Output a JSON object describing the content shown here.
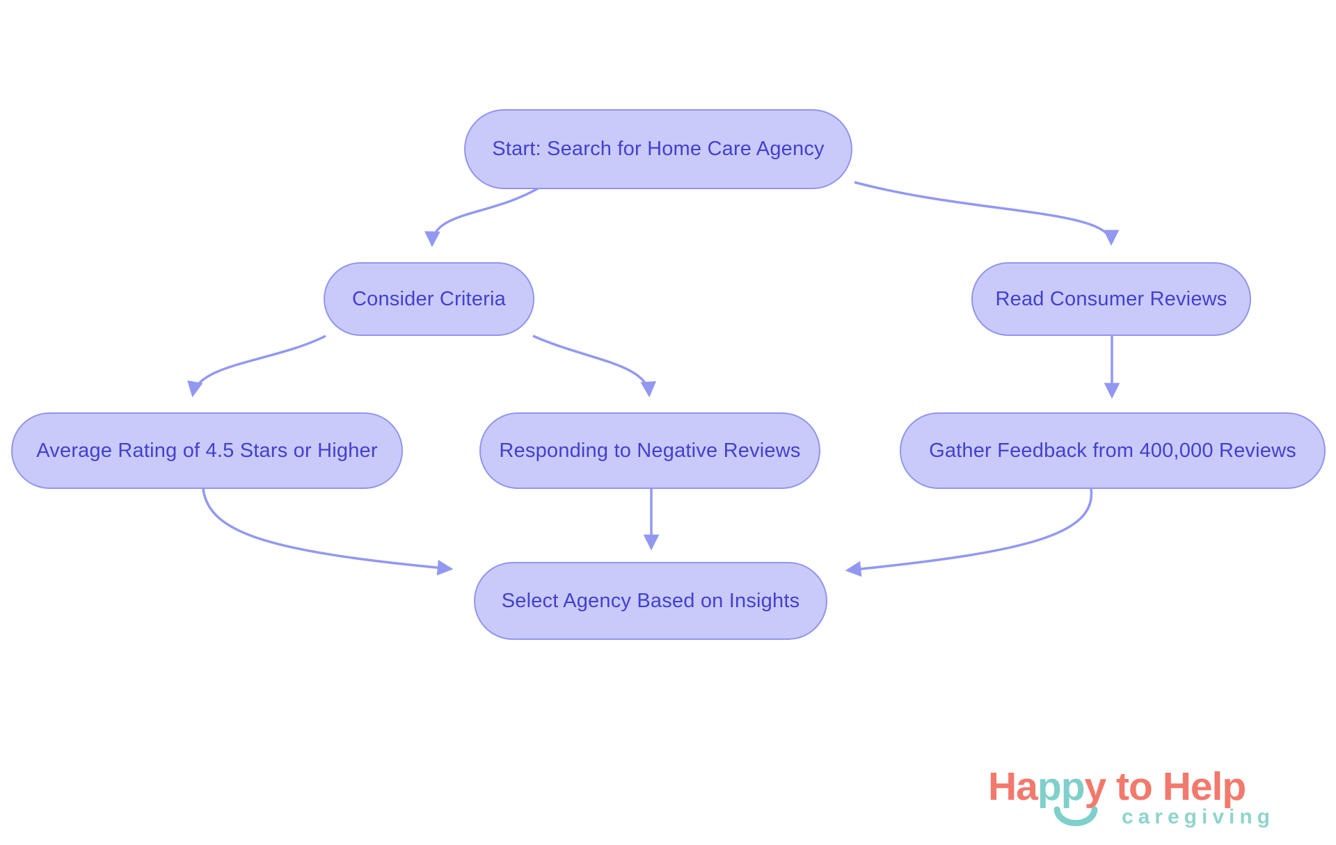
{
  "diagram": {
    "type": "flowchart",
    "nodes": [
      {
        "id": "start",
        "label": "Start: Search for Home Care Agency"
      },
      {
        "id": "criteria",
        "label": "Consider Criteria"
      },
      {
        "id": "reviews",
        "label": "Read Consumer Reviews"
      },
      {
        "id": "rating",
        "label": "Average Rating of 4.5 Stars or Higher"
      },
      {
        "id": "negative",
        "label": "Responding to Negative Reviews"
      },
      {
        "id": "feedback",
        "label": "Gather Feedback from 400,000 Reviews"
      },
      {
        "id": "select",
        "label": "Select Agency Based on Insights"
      }
    ],
    "edges": [
      {
        "from": "start",
        "to": "criteria"
      },
      {
        "from": "start",
        "to": "reviews"
      },
      {
        "from": "criteria",
        "to": "rating"
      },
      {
        "from": "criteria",
        "to": "negative"
      },
      {
        "from": "reviews",
        "to": "feedback"
      },
      {
        "from": "rating",
        "to": "select"
      },
      {
        "from": "negative",
        "to": "select"
      },
      {
        "from": "feedback",
        "to": "select"
      }
    ],
    "colors": {
      "node_fill": "#c9cafa",
      "node_border": "#9095ef",
      "node_text": "#4340cf",
      "arrow": "#9298f0",
      "background": "#ffffff"
    }
  },
  "logo": {
    "word1_part1": "Ha",
    "word1_part2": "pp",
    "word1_part3": "y",
    "rest": " to Help",
    "tagline": "caregiving",
    "colors": {
      "coral": "#f2796c",
      "teal": "#7fd0ca"
    }
  }
}
